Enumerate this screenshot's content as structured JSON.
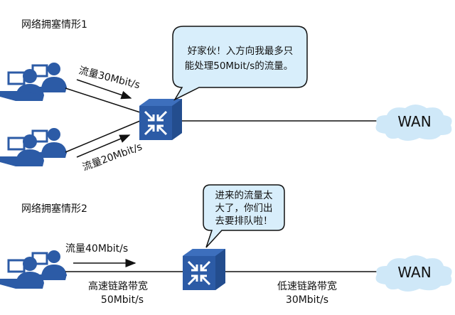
{
  "scenario1": {
    "title": "网络拥塞情形1",
    "flow_top": "流量30Mbit/s",
    "flow_bottom": "流量20Mbit/s",
    "bubble_lines": [
      "好家伙！入方向我最多只",
      "能处理50Mbit/s的流量。"
    ],
    "wan": "WAN"
  },
  "scenario2": {
    "title": "网络拥塞情形2",
    "flow": "流量40Mbit/s",
    "bubble_lines": [
      "进来的流量太",
      "大了，你们出",
      "去要排队啦！"
    ],
    "high_link": "高速链路带宽",
    "high_bw": "50Mbit/s",
    "low_link": "低速链路带宽",
    "low_bw": "30Mbit/s",
    "wan": "WAN"
  },
  "colors": {
    "device": "#2c5ba6",
    "bubble": "#d8eefb",
    "cloud": "#cfe8f8"
  }
}
